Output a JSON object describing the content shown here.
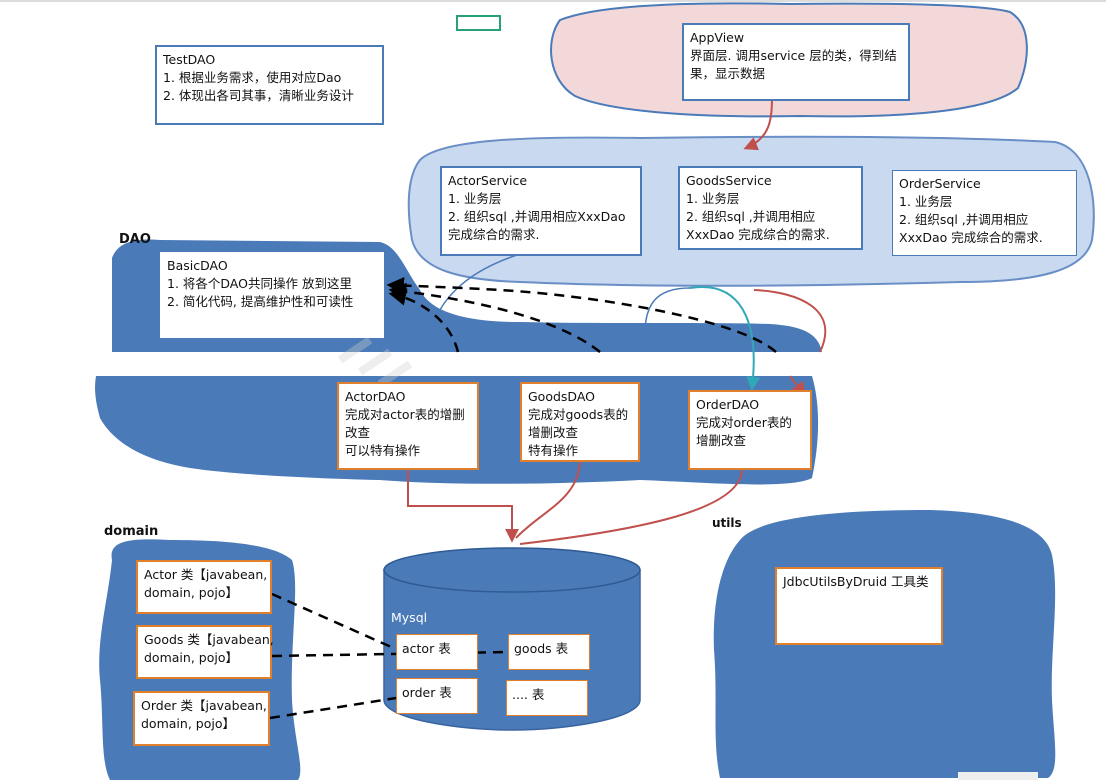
{
  "boxes": {
    "testdao": {
      "title": "TestDAO",
      "lines": [
        "1. 根据业务需求，使用对应Dao",
        "2. 体现出各司其事，清晰业务设计"
      ]
    },
    "appview": {
      "title": "AppView",
      "lines": [
        "界面层. 调用service 层的类，得到结果，显示数据"
      ]
    },
    "actorservice": {
      "title": "ActorService",
      "lines": [
        "1. 业务层",
        "2. 组织sql ,并调用相应XxxDao 完成综合的需求."
      ]
    },
    "goodsservice": {
      "title": "GoodsService",
      "lines": [
        "1. 业务层",
        "2. 组织sql ,并调用相应 XxxDao 完成综合的需求."
      ]
    },
    "orderservice": {
      "title": "OrderService",
      "lines": [
        "1. 业务层",
        "2. 组织sql ,并调用相应 XxxDao 完成综合的需求."
      ]
    },
    "basicdao": {
      "title": "BasicDAO",
      "lines": [
        "1. 将各个DAO共同操作 放到这里",
        "2.  简化代码, 提高维护性和可读性"
      ]
    },
    "actordao": {
      "title": "ActorDAO",
      "lines": [
        "完成对actor表的增删改查",
        "可以特有操作"
      ]
    },
    "goodsdao": {
      "title": "GoodsDAO",
      "lines": [
        "完成对goods表的增删改查",
        "特有操作"
      ]
    },
    "orderdao": {
      "title": "OrderDAO",
      "lines": [
        "完成对order表的增删改查"
      ]
    },
    "actorclass": {
      "lines": [
        "Actor 类【javabean,",
        "domain, pojo】"
      ]
    },
    "goodsclass": {
      "lines": [
        "Goods 类【javabean,",
        "domain, pojo】"
      ]
    },
    "orderclass": {
      "lines": [
        "Order 类【javabean,",
        "domain, pojo】"
      ]
    },
    "jdbcutils": {
      "title": "JdbcUtilsByDruid 工具类"
    }
  },
  "regions": {
    "dao_label": "DAO",
    "domain_label": "domain",
    "utils_label": "utils",
    "mysql_label": "Mysql"
  },
  "tables": {
    "actor": "actor 表",
    "goods": "goods 表",
    "order": "order 表",
    "other": ".... 表"
  },
  "colors": {
    "blob_blue": "#4a7ab8",
    "service_fill": "#c9d9ef",
    "service_stroke": "#6a8fc6",
    "appview_fill": "#f3d8da",
    "appview_stroke": "#4a7ab8",
    "arrow_red": "#c0504d",
    "arrow_teal": "#31a8b8",
    "box_orange": "#e0802c"
  }
}
